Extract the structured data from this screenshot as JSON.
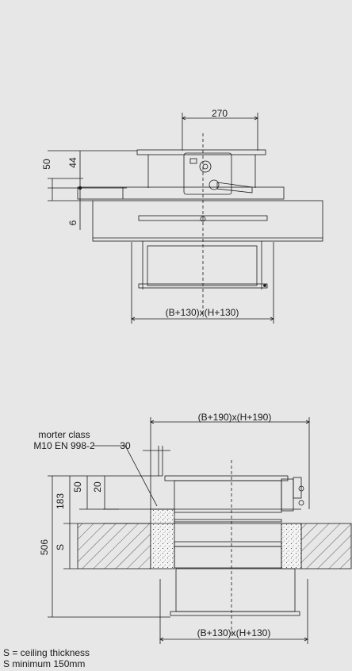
{
  "top_view": {
    "dim_width": "270",
    "dim_50": "50",
    "dim_44": "44",
    "dim_6": "6",
    "dim_bottom": "(B+130)x(H+130)"
  },
  "section_view": {
    "dim_top": "(B+190)x(H+190)",
    "mortar_line1": "morter class",
    "mortar_line2": "M10 EN 998-2",
    "dim_30": "30",
    "dim_50": "50",
    "dim_20": "20",
    "dim_183": "183",
    "dim_506": "506",
    "dim_s": "S",
    "dim_bottom": "(B+130)x(H+130)"
  },
  "notes": {
    "line1": "S = ceiling thickness",
    "line2": "S minimum 150mm"
  },
  "colors": {
    "background": "#e7e7e7",
    "line": "#1a1a1a",
    "mortar": "#f4f4f4"
  }
}
